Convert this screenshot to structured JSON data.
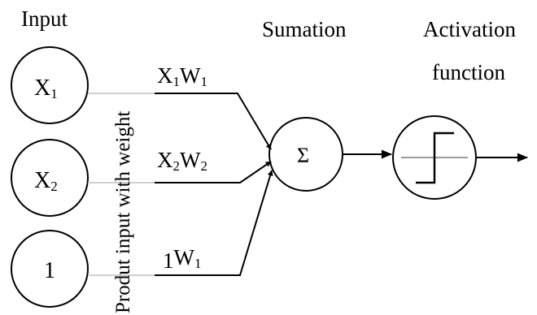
{
  "headers": {
    "input": "Input",
    "summation": "Sumation",
    "activation_line1": "Activation",
    "activation_line2": "function"
  },
  "side_label": "Produt input with weight",
  "inputs": [
    {
      "main": "X",
      "sub": "1"
    },
    {
      "main": "X",
      "sub": "2"
    },
    {
      "main": "1",
      "sub": ""
    }
  ],
  "weighted_labels": [
    {
      "a": "X",
      "a_sub": "1",
      "b": "W",
      "b_sub": "1"
    },
    {
      "a": "X",
      "a_sub": "2",
      "b": "W",
      "b_sub": "2"
    },
    {
      "a": "1",
      "a_sub": "",
      "b": "W",
      "b_sub": "1"
    }
  ],
  "summation_symbol": "Σ",
  "activation_icon": "step-function-icon",
  "colors": {
    "stroke": "#000000",
    "faint_line": "#d0d0d0",
    "axis_line": "#9a9a9a"
  }
}
